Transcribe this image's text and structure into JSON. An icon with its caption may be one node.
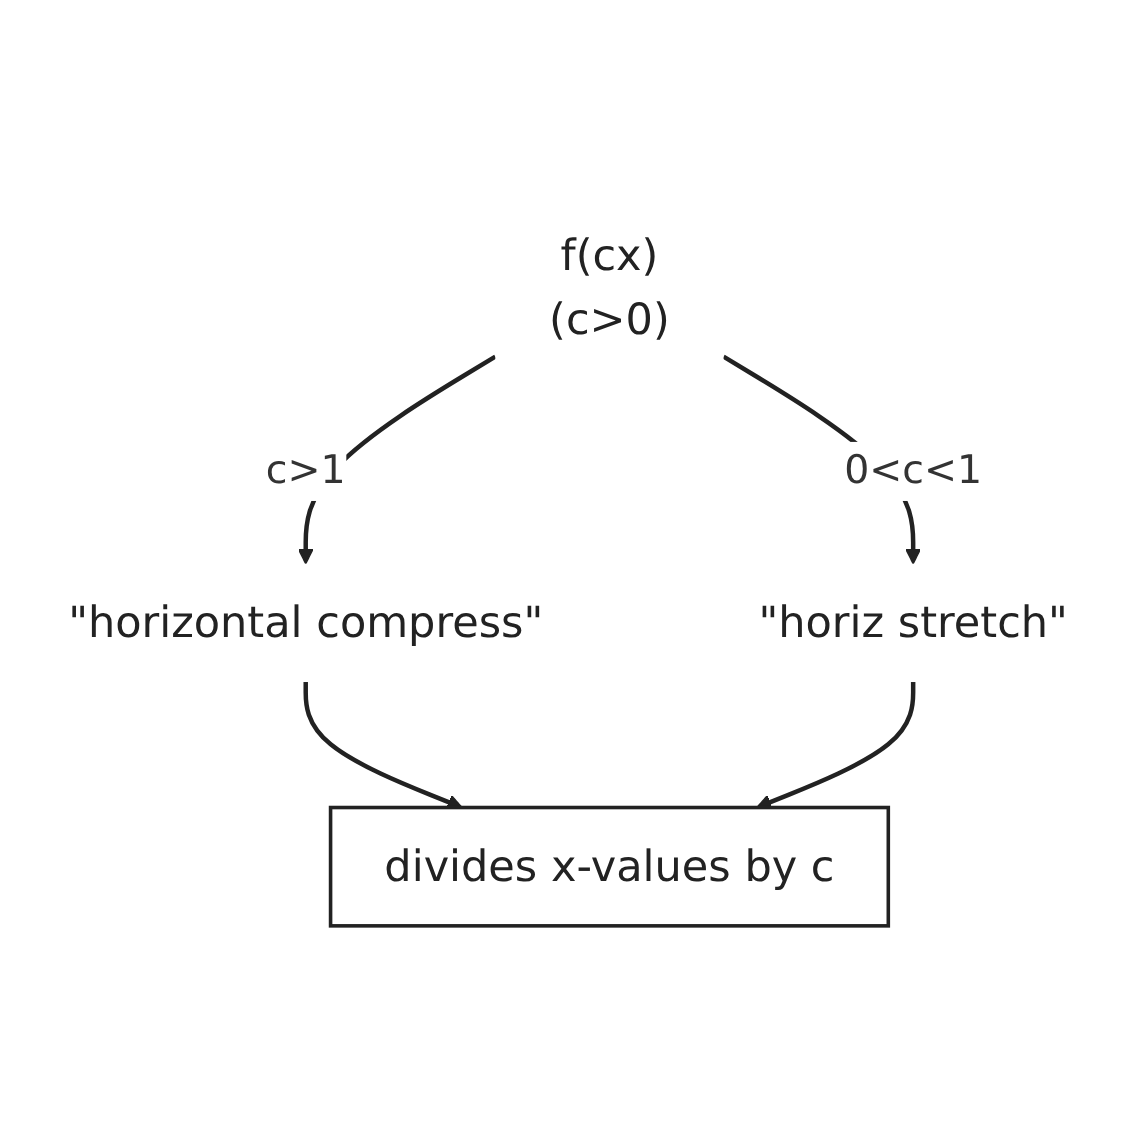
{
  "diagram": {
    "nodes": [
      {
        "text": [
          "f(cx)",
          "(c>0)"
        ]
      },
      {
        "text": [
          "\"horizontal compress\""
        ]
      },
      {
        "text": [
          "\"horiz stretch\""
        ]
      },
      {
        "text": [
          "divides x-values by c"
        ]
      }
    ],
    "edges": [
      {
        "from": 0,
        "to": 1,
        "arrow": "to",
        "label": "c>1"
      },
      {
        "from": 0,
        "to": 2,
        "arrow": "to",
        "label": "0<c<1"
      },
      {
        "from": 1,
        "to": 3,
        "arrow": "to"
      },
      {
        "from": 2,
        "to": 3,
        "arrow": "to"
      }
    ]
  }
}
